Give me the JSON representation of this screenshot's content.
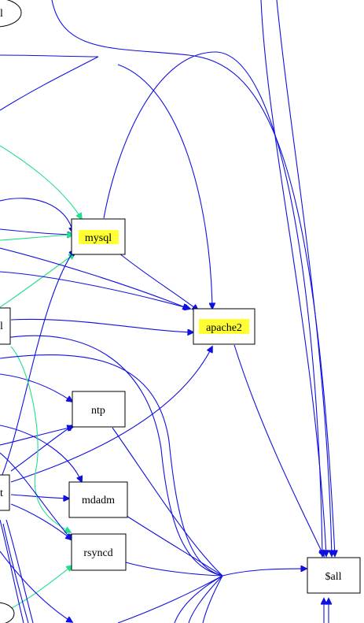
{
  "nodes": {
    "mysql": "mysql",
    "apache2": "apache2",
    "ntp": "ntp",
    "mdadm": "mdadm",
    "rsyncd": "rsyncd",
    "all": "$all",
    "partial_top": "l",
    "partial_left_mid": "l",
    "partial_left_low": "t"
  },
  "colors": {
    "edge_primary": "#1010e0",
    "edge_secondary": "#22e08a",
    "highlight": "#ffff33",
    "node_border": "#000000"
  }
}
